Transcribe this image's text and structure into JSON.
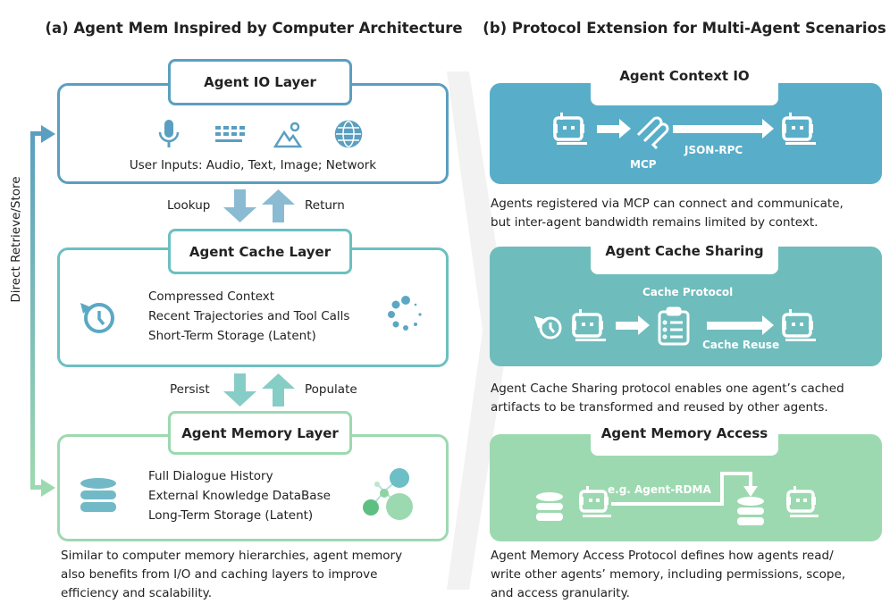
{
  "left": {
    "title": "(a) Agent Mem Inspired by Computer Architecture",
    "side_label": "Direct Retrieve/Store",
    "io": {
      "title": "Agent IO Layer",
      "icons": [
        "microphone-icon",
        "keyboard-icon",
        "image-icon",
        "globe-icon"
      ],
      "text": "User Inputs: Audio, Text, Image; Network"
    },
    "arrows1": {
      "down": "Lookup",
      "up": "Return"
    },
    "cache": {
      "title": "Agent Cache Layer",
      "lines": [
        "Compressed Context",
        "Recent Trajectories and Tool Calls",
        "Short-Term Storage (Latent)"
      ]
    },
    "arrows2": {
      "down": "Persist",
      "up": "Populate"
    },
    "memory": {
      "title": "Agent Memory Layer",
      "lines": [
        "Full Dialogue History",
        "External Knowledge DataBase",
        "Long-Term Storage (Latent)"
      ]
    },
    "caption": [
      "Similar to computer memory hierarchies, agent memory",
      "also benefits from I/O and caching layers to improve",
      "efficiency and scalability."
    ]
  },
  "right": {
    "title": "(b) Protocol Extension for Multi-Agent Scenarios",
    "context": {
      "title": "Agent Context IO",
      "mcp": "MCP",
      "rpc": "JSON-RPC",
      "caption": [
        "Agents registered via MCP can connect and communicate,",
        "but inter-agent bandwidth remains limited by context."
      ]
    },
    "cache": {
      "title": "Agent Cache Sharing",
      "protocol": "Cache Protocol",
      "reuse": "Cache Reuse",
      "caption": [
        "Agent Cache Sharing protocol enables one agent’s cached",
        "artifacts to be transformed and reused by other agents."
      ]
    },
    "memory": {
      "title": "Agent Memory Access",
      "rdma": "e.g. Agent-RDMA",
      "caption": [
        "Agent Memory Access Protocol defines how agents read/",
        "write other agents’ memory, including permissions, scope,",
        "and access granularity."
      ]
    }
  },
  "colors": {
    "io": "#5a9fc0",
    "cache": "#6cc0c0",
    "memory": "#9dd9b0",
    "context_panel": "#58aec9",
    "cache_panel": "#6fbcbd",
    "memory_panel": "#9dd9b0"
  }
}
